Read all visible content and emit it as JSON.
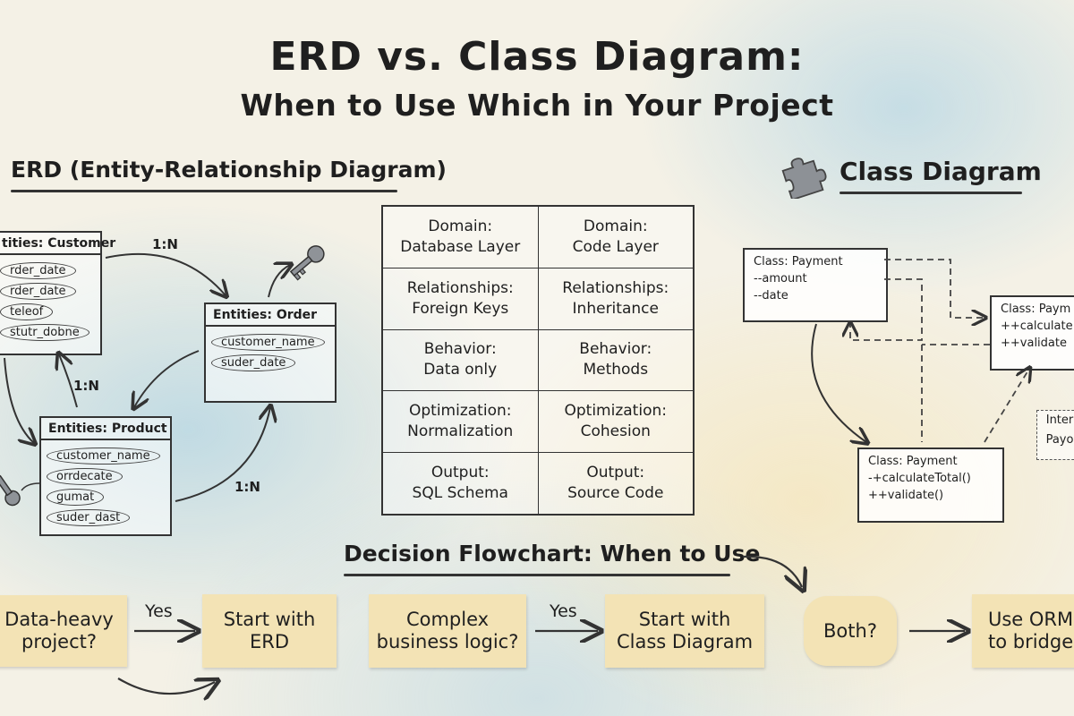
{
  "title": "ERD vs. Class Diagram:",
  "subtitle": "When to Use Which in Your Project",
  "erd": {
    "heading": "ERD (Entity-Relationship Diagram)",
    "entities": [
      {
        "id": "customer",
        "title": "tities: Customer",
        "attributes": [
          "rder_date",
          "rder_date",
          "teleof",
          "stutr_dobne"
        ]
      },
      {
        "id": "order",
        "title": "Entities: Order",
        "attributes": [
          "customer_name",
          "suder_date"
        ]
      },
      {
        "id": "product",
        "title": "Entities: Product",
        "attributes": [
          "customer_name",
          "orrdecate",
          "gumat",
          "suder_dast"
        ]
      }
    ],
    "relations": [
      "1:N",
      "1:N",
      "1:N"
    ]
  },
  "comparison": {
    "rows": [
      {
        "erd": [
          "Domain:",
          "Database Layer"
        ],
        "class": [
          "Domain:",
          "Code Layer"
        ]
      },
      {
        "erd": [
          "Relationships:",
          "Foreign Keys"
        ],
        "class": [
          "Relationships:",
          "Inheritance"
        ]
      },
      {
        "erd": [
          "Behavior:",
          "Data only"
        ],
        "class": [
          "Behavior:",
          "Methods"
        ]
      },
      {
        "erd": [
          "Optimization:",
          "Normalization"
        ],
        "class": [
          "Optimization:",
          "Cohesion"
        ]
      },
      {
        "erd": [
          "Output:",
          "SQL Schema"
        ],
        "class": [
          "Output:",
          "Source Code"
        ]
      }
    ]
  },
  "class_diagram": {
    "heading": "Class Diagram",
    "icon": "puzzle-piece-icon",
    "classes": [
      {
        "id": "payment-a",
        "lines": [
          "Class: Payment",
          "--amount",
          "--date"
        ]
      },
      {
        "id": "payment-b",
        "lines": [
          "Class: Paym",
          "++calculate",
          "++validate"
        ]
      },
      {
        "id": "payment-c",
        "lines": [
          "Class: Payment",
          "-+calculateTotal()",
          "++validate()"
        ]
      }
    ],
    "interface": [
      "Inter",
      "Payo"
    ]
  },
  "flowchart": {
    "heading": "Decision Flowchart: When to Use",
    "q1": [
      "Data-heavy",
      "project?"
    ],
    "a1": [
      "Start with",
      "ERD"
    ],
    "q2": [
      "Complex",
      "business logic?"
    ],
    "a2": [
      "Start with",
      "Class Diagram"
    ],
    "q3": "Both?",
    "a3": [
      "Use ORM",
      "to bridge"
    ],
    "yes1": "Yes",
    "yes2": "Yes"
  }
}
